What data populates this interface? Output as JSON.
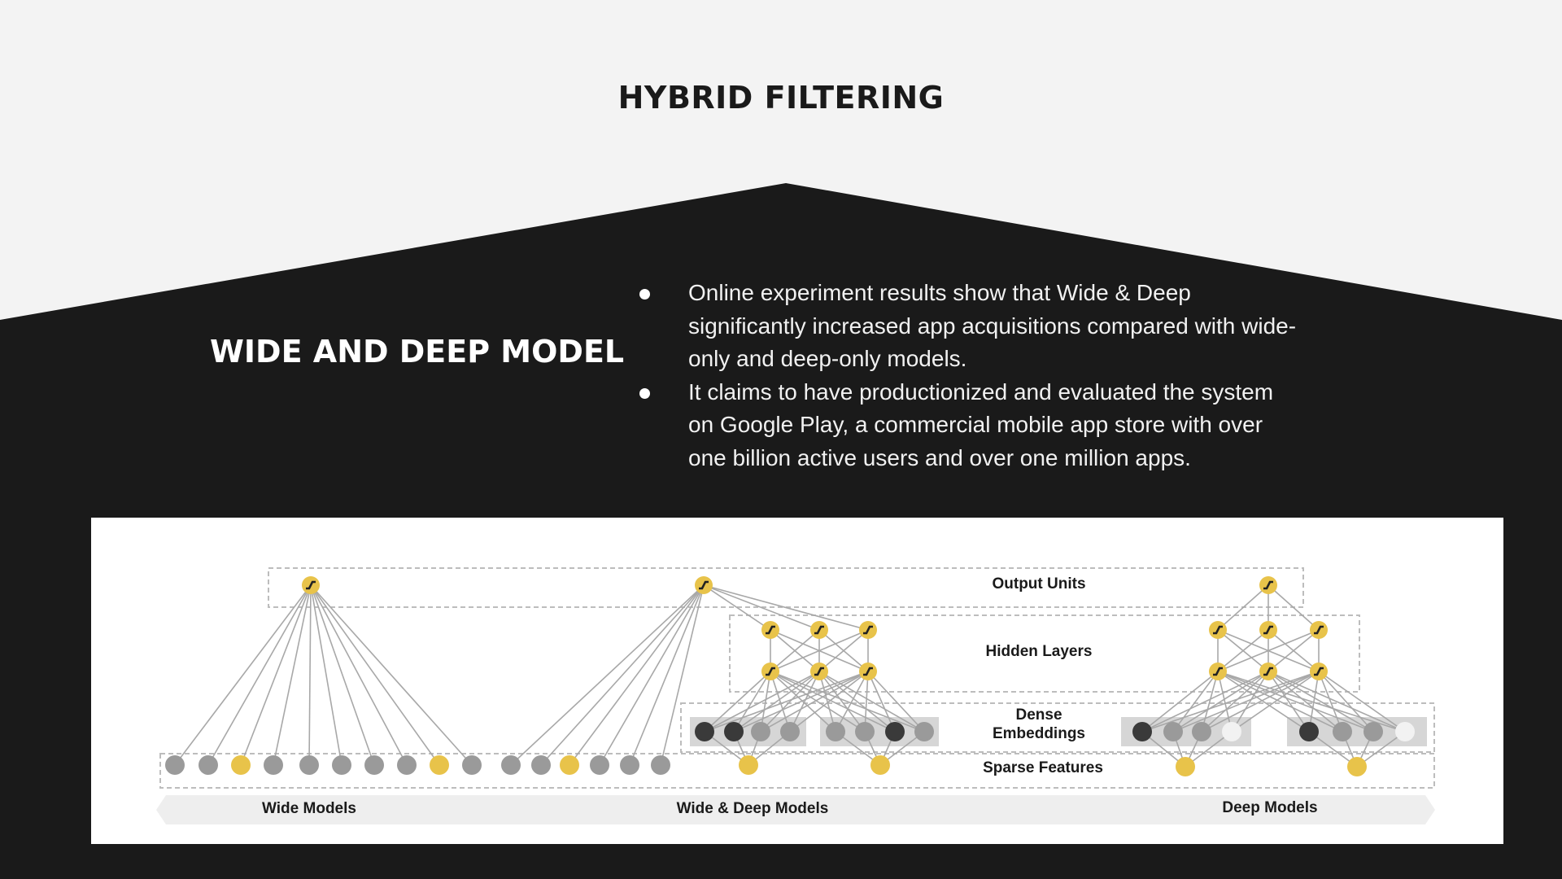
{
  "title": "HYBRID FILTERING",
  "section_heading": "WIDE AND DEEP MODEL",
  "bullets": [
    "Online experiment results show that Wide & Deep significantly increased app acquisitions compared with wide-only and deep-only models.",
    "It claims to have productionized and evaluated the system on Google Play, a commercial mobile app store with over one billion active users and over one million apps."
  ],
  "colors": {
    "page_bg": "#f3f3f3",
    "dark_band": "#1a1a1a",
    "accent_yellow": "#e8c34a",
    "node_gray": "#9a9a9a",
    "node_dark": "#3a3a3a"
  },
  "diagram": {
    "layer_labels": {
      "output": "Output Units",
      "hidden": "Hidden Layers",
      "dense_line1": "Dense",
      "dense_line2": "Embeddings",
      "sparse": "Sparse Features"
    },
    "model_labels": {
      "wide": "Wide Models",
      "wide_deep": "Wide & Deep Models",
      "deep": "Deep Models"
    }
  }
}
